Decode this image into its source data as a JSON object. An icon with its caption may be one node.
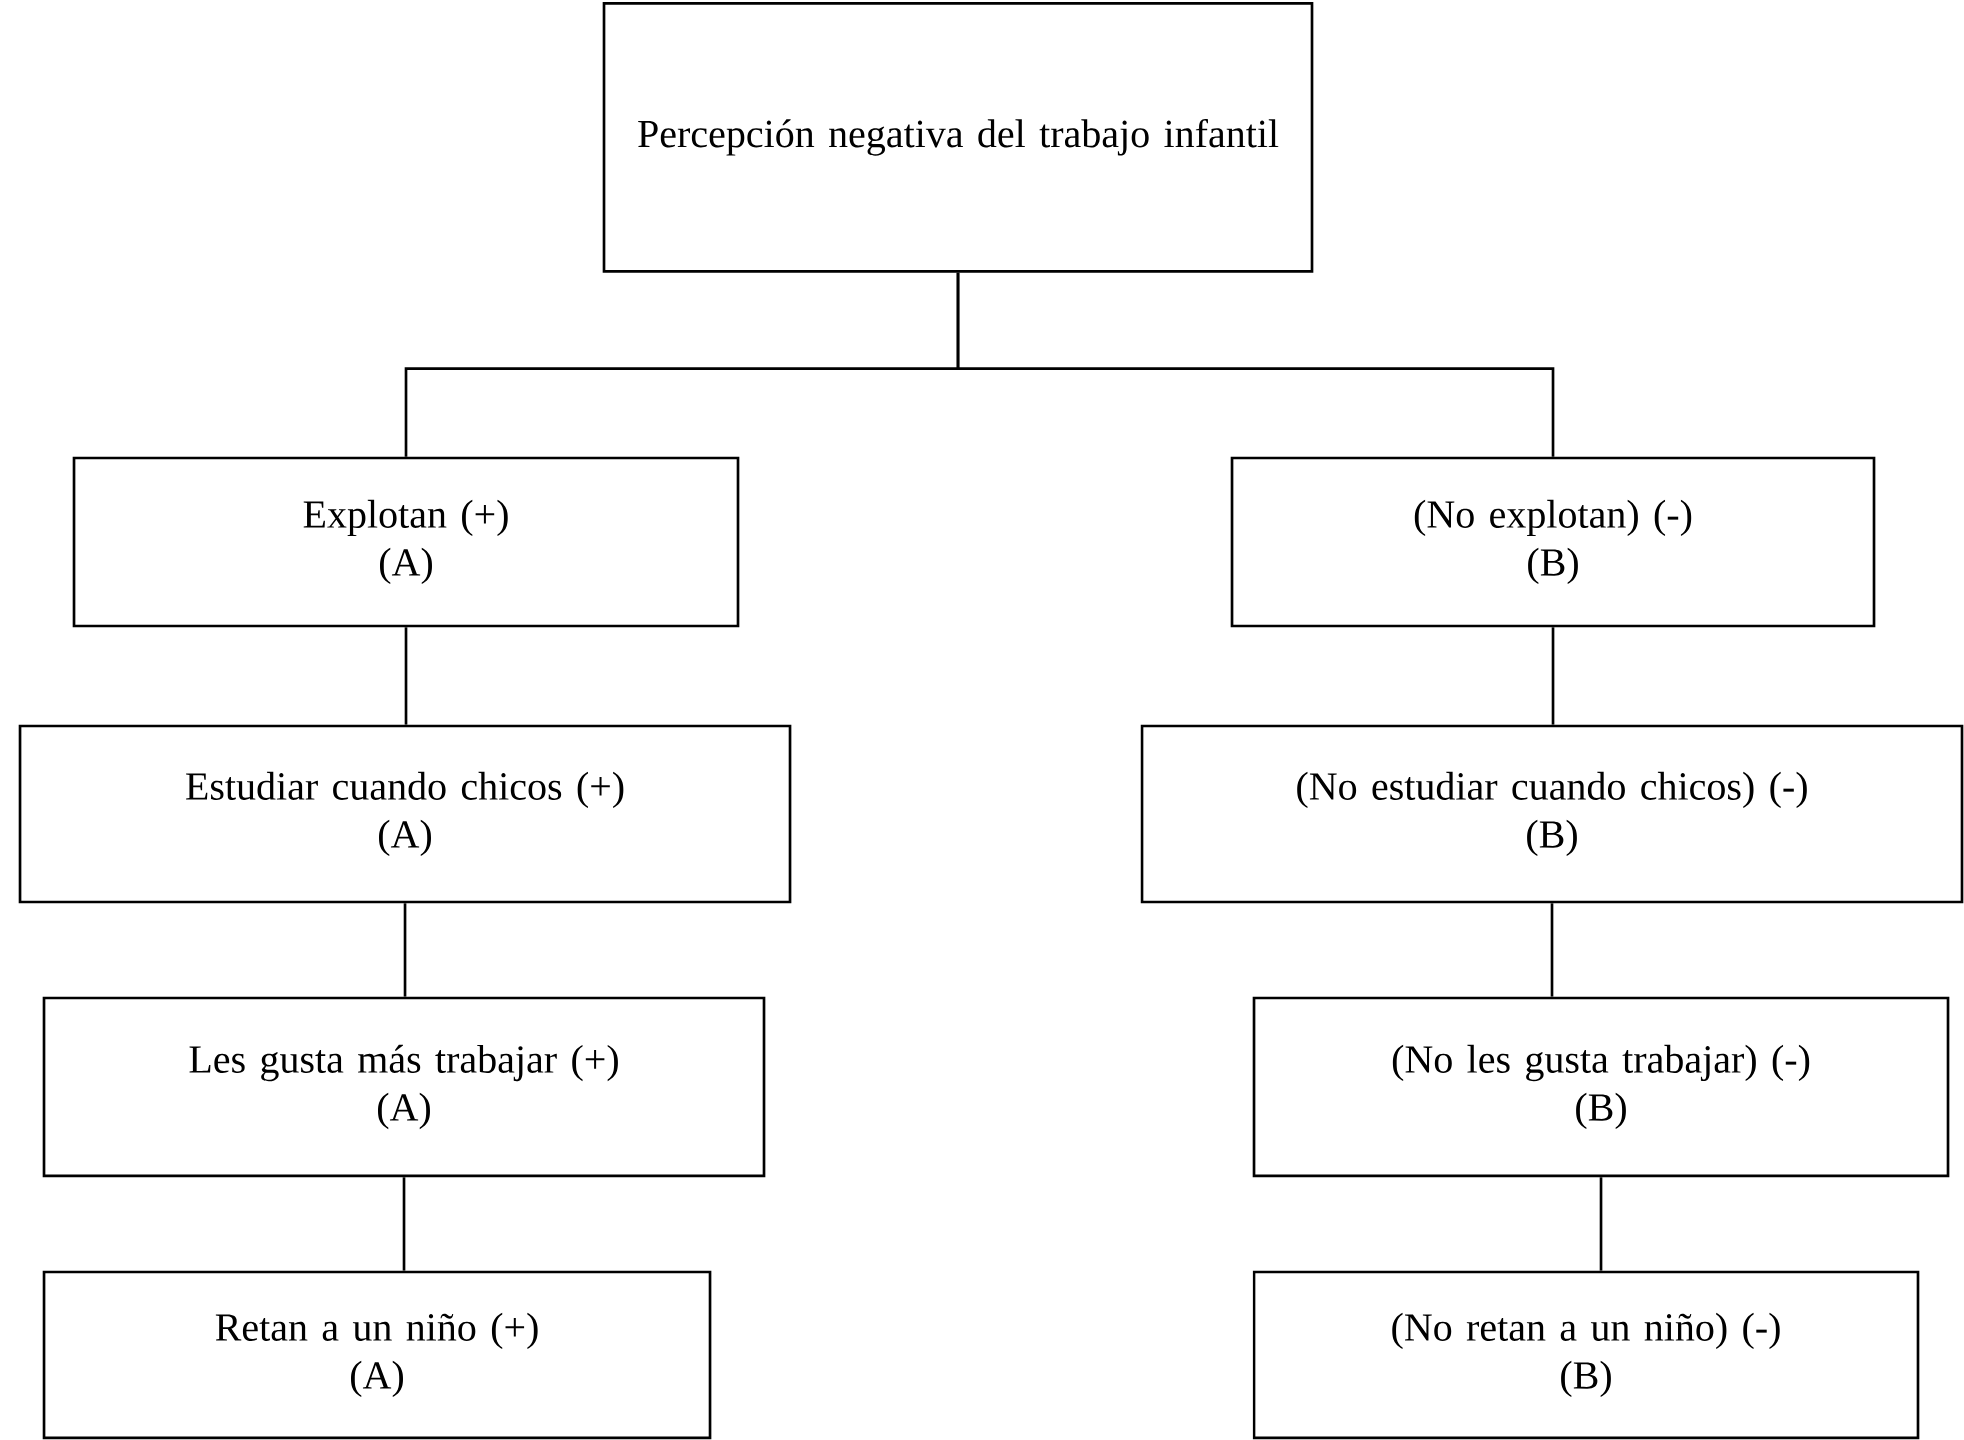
{
  "diagram": {
    "nodes": [
      {
        "text": [
          "Percepción negativa del trabajo infantil"
        ]
      },
      {
        "text": [
          "Explotan (+)",
          "(A)"
        ]
      },
      {
        "text": [
          "(No explotan) (-)",
          "(B)"
        ]
      },
      {
        "text": [
          "Estudiar cuando chicos (+)",
          "(A)"
        ]
      },
      {
        "text": [
          "(No estudiar cuando chicos) (-)",
          "(B)"
        ]
      },
      {
        "text": [
          "Les gusta más trabajar (+)",
          "(A)"
        ]
      },
      {
        "text": [
          "(No les gusta trabajar) (-)",
          "(B)"
        ]
      },
      {
        "text": [
          "Retan a un niño (+)",
          "(A)"
        ]
      },
      {
        "text": [
          "(No retan a un niño) (-)",
          "(B)"
        ]
      }
    ],
    "edges": [
      {
        "from": 0,
        "to": 1,
        "arrow": "none"
      },
      {
        "from": 0,
        "to": 2,
        "arrow": "none"
      },
      {
        "from": 1,
        "to": 3,
        "arrow": "none"
      },
      {
        "from": 3,
        "to": 5,
        "arrow": "none"
      },
      {
        "from": 5,
        "to": 7,
        "arrow": "none"
      },
      {
        "from": 2,
        "to": 4,
        "arrow": "none"
      },
      {
        "from": 4,
        "to": 6,
        "arrow": "none"
      },
      {
        "from": 6,
        "to": 8,
        "arrow": "none"
      }
    ]
  }
}
